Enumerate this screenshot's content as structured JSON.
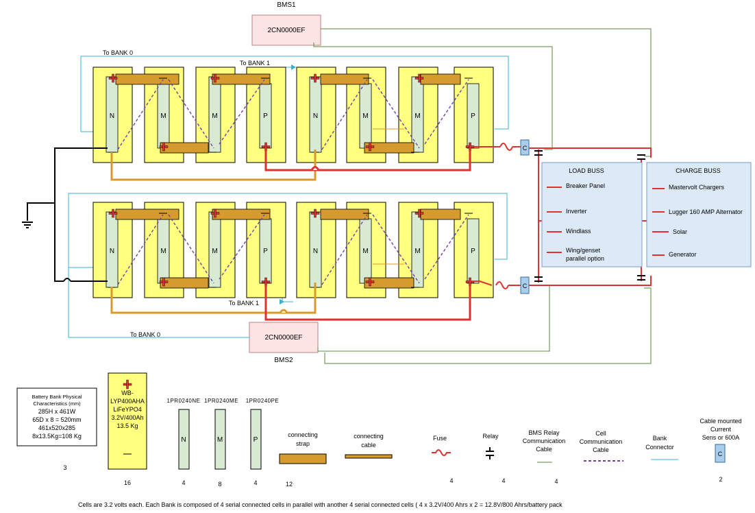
{
  "bms_top": {
    "title": "BMS1",
    "part": "2CN0000EF"
  },
  "bms_bottom": {
    "title": "BMS2",
    "part": "2CN0000EF"
  },
  "bank_arrows": {
    "to_bank0": "To BANK 0",
    "to_bank1": "To BANK 1"
  },
  "cell_types": {
    "n": "N",
    "m": "M",
    "p": "P"
  },
  "current_sensor_letter": "C",
  "load_buss": {
    "title": "LOAD BUSS",
    "items": [
      "Breaker Panel",
      "Inverter",
      "Windlass",
      "Wing/genset",
      "parallel option"
    ]
  },
  "charge_buss": {
    "title": "CHARGE BUSS",
    "items": [
      "Mastervolt Chargers",
      "Lugger 160 AMP Alternator",
      "Solar",
      "Generator"
    ]
  },
  "legend": {
    "physical": {
      "lines": [
        "Battery Bank Physical",
        "Characteristics (mm)",
        "285H x 461W",
        "65D x 8 = 520mm",
        "461x520x285",
        "8x13.5Kg=108 Kg"
      ],
      "count": "3"
    },
    "cell": {
      "lines": [
        "WB-",
        "LYP400AHA",
        "LiFeYPO4",
        "3.2V/400Ah",
        "13.5 Kg"
      ],
      "count": "16"
    },
    "module_ne": {
      "code": "1PR0240NE",
      "letter": "N",
      "count": "4"
    },
    "module_me": {
      "code": "1PR0240ME",
      "letter": "M",
      "count": "8"
    },
    "module_pe": {
      "code": "1PR0240PE",
      "letter": "P",
      "count": "4"
    },
    "strap": {
      "lines": [
        "connecting",
        "strap"
      ],
      "count": "12"
    },
    "cable": {
      "lines": [
        "connecting",
        "cable"
      ]
    },
    "fuse": {
      "label": "Fuse",
      "count": "4"
    },
    "relay": {
      "label": "Relay",
      "count": "4"
    },
    "bms_relay": {
      "lines": [
        "BMS Relay",
        "Communication",
        "Cable"
      ],
      "count": "4"
    },
    "cell_comm": {
      "lines": [
        "Cell",
        "Communication",
        "Cable"
      ]
    },
    "bank_conn": {
      "lines": [
        "Bank",
        "Connector"
      ]
    },
    "sensor": {
      "lines": [
        "Cable mounted",
        "Current",
        "Sens or 600A"
      ],
      "letter": "C",
      "count": "2"
    }
  },
  "footer": "Cells are 3.2 volts each.  Each Bank is composed of 4 serial connected cells in parallel with another 4 serial connected cells ( 4 x 3.2V/400 Ahrs x 2 = 12.8V/800 Ahrs/battery pack",
  "colors": {
    "cell_fill": "#ffff80",
    "module_fill": "#d9ead3",
    "strap_fill": "#d69b2e",
    "red_wire": "#e03030",
    "orange_wire": "#d99a2b",
    "cyan_wire": "#3ab0d0",
    "green_wire": "#5a8a3a",
    "purple_dash": "#7040a0",
    "buss_fill": "#dce9f7",
    "bms_fill": "#fde4e4",
    "sensor_fill": "#a9cdea"
  }
}
